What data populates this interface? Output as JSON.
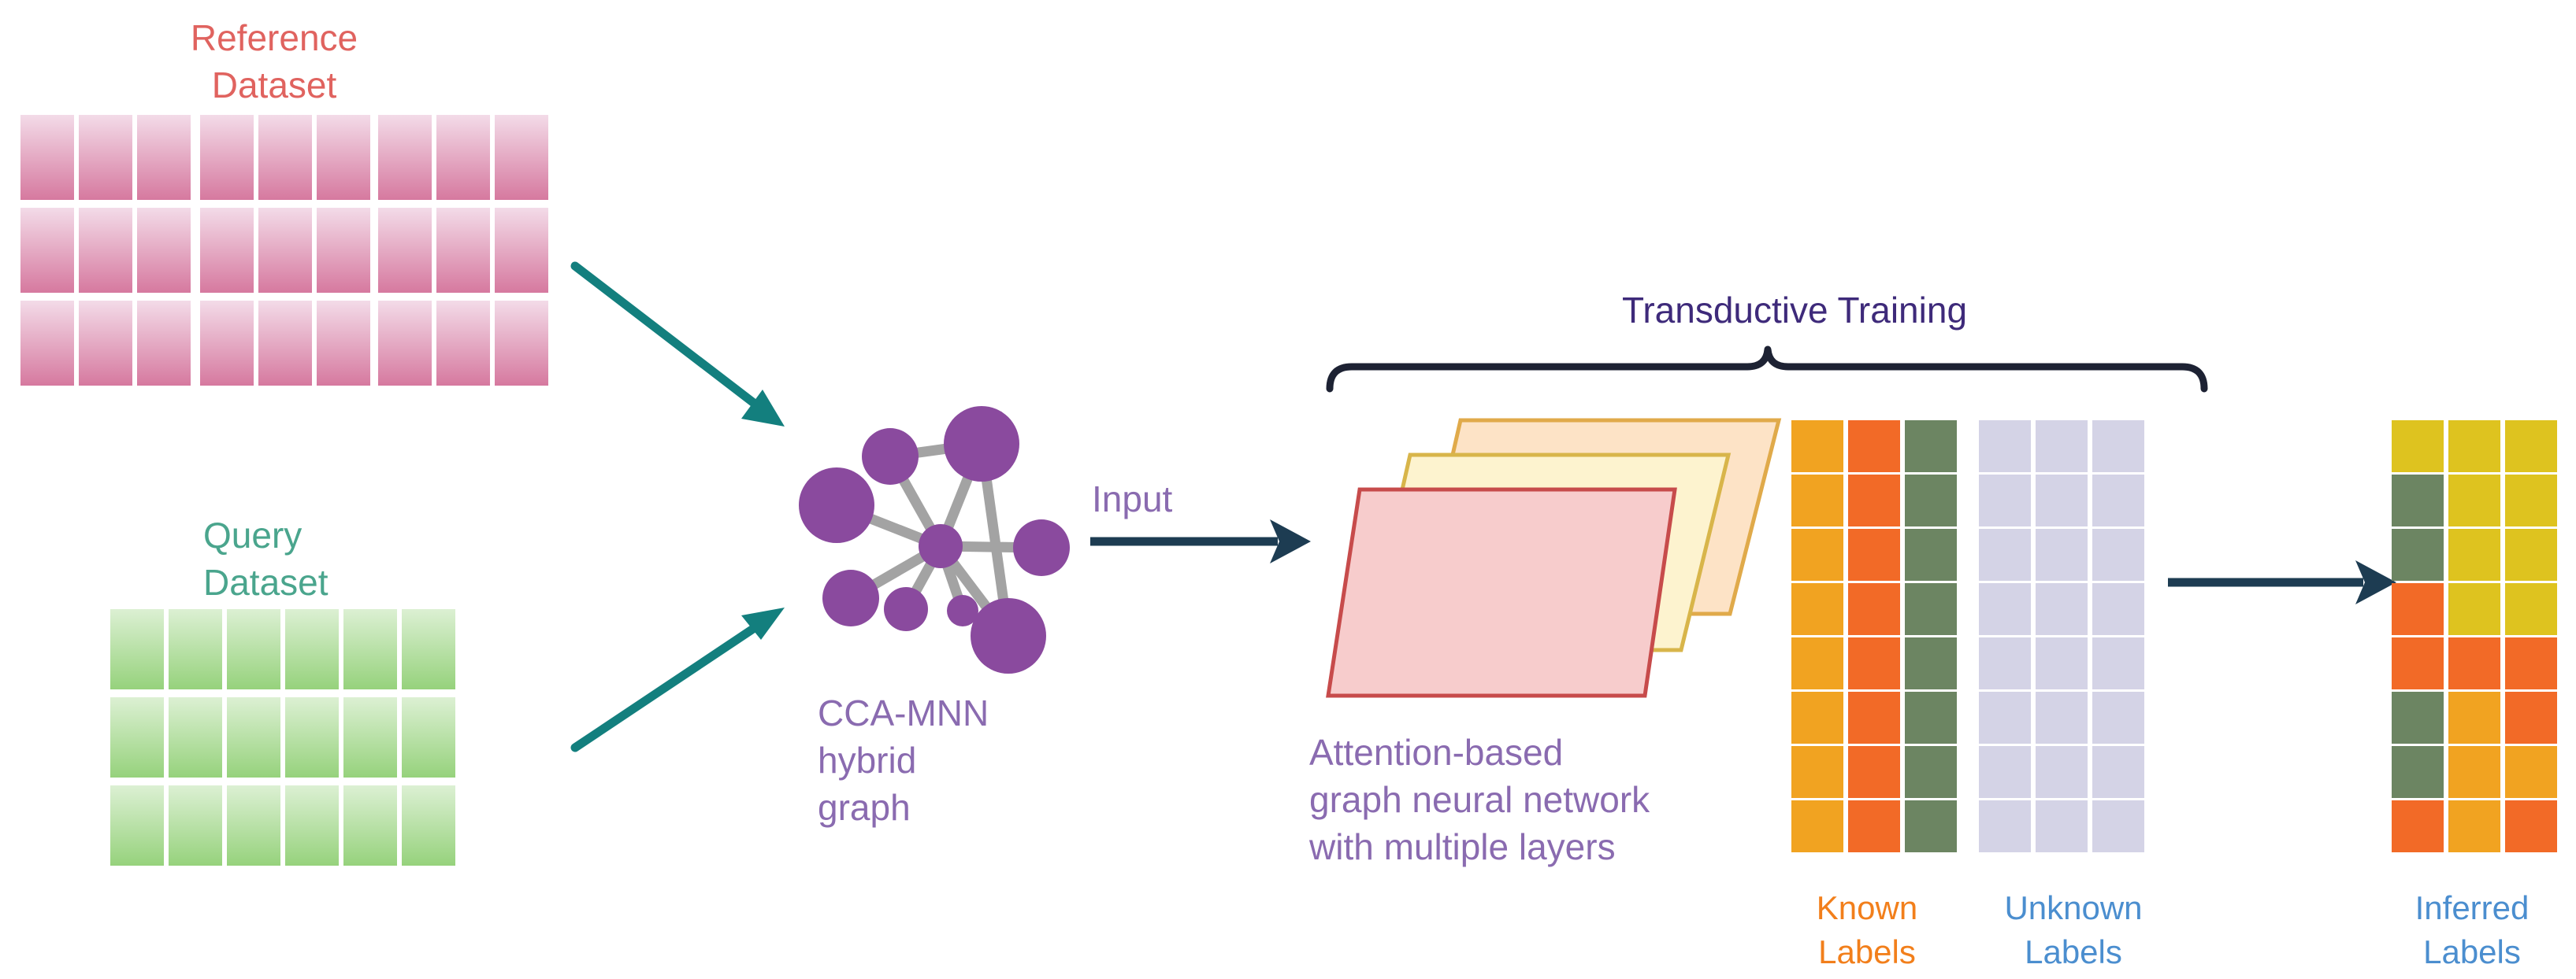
{
  "reference": {
    "label_line1": "Reference",
    "label_line2": "Dataset",
    "label_color": "#e0635f",
    "cell_color_light": "#f3dbe8",
    "cell_color_dark": "#d6799f"
  },
  "query": {
    "label_line1": "Query",
    "label_line2": "Dataset",
    "label_color": "#4aa58d",
    "cell_color_light": "#dcf0d3",
    "cell_color_dark": "#96d27c"
  },
  "graph": {
    "label_line1": "CCA-MNN",
    "label_line2": "hybrid",
    "label_line3": "graph",
    "label_color": "#8a6bb0",
    "node_color": "#8a4a9e",
    "edge_color": "#a3a3a3"
  },
  "input_label": "Input",
  "input_color": "#8a6bb0",
  "training": {
    "title": "Transductive Training",
    "title_color": "#3e2a7a",
    "brace_color": "#1d2233"
  },
  "gnn": {
    "label_line1": "Attention-based",
    "label_line2": "graph neural network",
    "label_line3": "with multiple layers",
    "label_color": "#8a6bb0",
    "layer_front_fill": "#f7cccc",
    "layer_front_stroke": "#c74b4b",
    "layer_mid_fill": "#fdf3cf",
    "layer_mid_stroke": "#d8b54a",
    "layer_back_fill": "#fde3c6",
    "layer_back_stroke": "#e0aa4a"
  },
  "known_labels": {
    "label_line1": "Known",
    "label_line2": "Labels",
    "label_color": "#f27f1b",
    "column_colors": [
      "#f1a321",
      "#f26a27",
      "#6c8562"
    ]
  },
  "unknown_labels": {
    "label_line1": "Unknown",
    "label_line2": "Labels",
    "label_color": "#4b8ecf",
    "cell_color": "#d4d3e6"
  },
  "inferred_labels": {
    "label_line1": "Inferred",
    "label_line2": "Labels",
    "label_color": "#4b8ecf",
    "columns": [
      [
        "#dec31f",
        "#6c8562",
        "#6c8562",
        "#f26a27",
        "#f26a27",
        "#6c8562",
        "#6c8562",
        "#f26a27"
      ],
      [
        "#dec31f",
        "#dec31f",
        "#dec31f",
        "#dec31f",
        "#f26a27",
        "#f1a321",
        "#f1a321",
        "#f1a321"
      ],
      [
        "#dec31f",
        "#dec31f",
        "#dec31f",
        "#dec31f",
        "#f26a27",
        "#f26a27",
        "#f1a321",
        "#f26a27"
      ]
    ]
  },
  "arrow_colors": {
    "reference_and_query": "#137f7e",
    "input_and_output": "#1d3c52"
  }
}
